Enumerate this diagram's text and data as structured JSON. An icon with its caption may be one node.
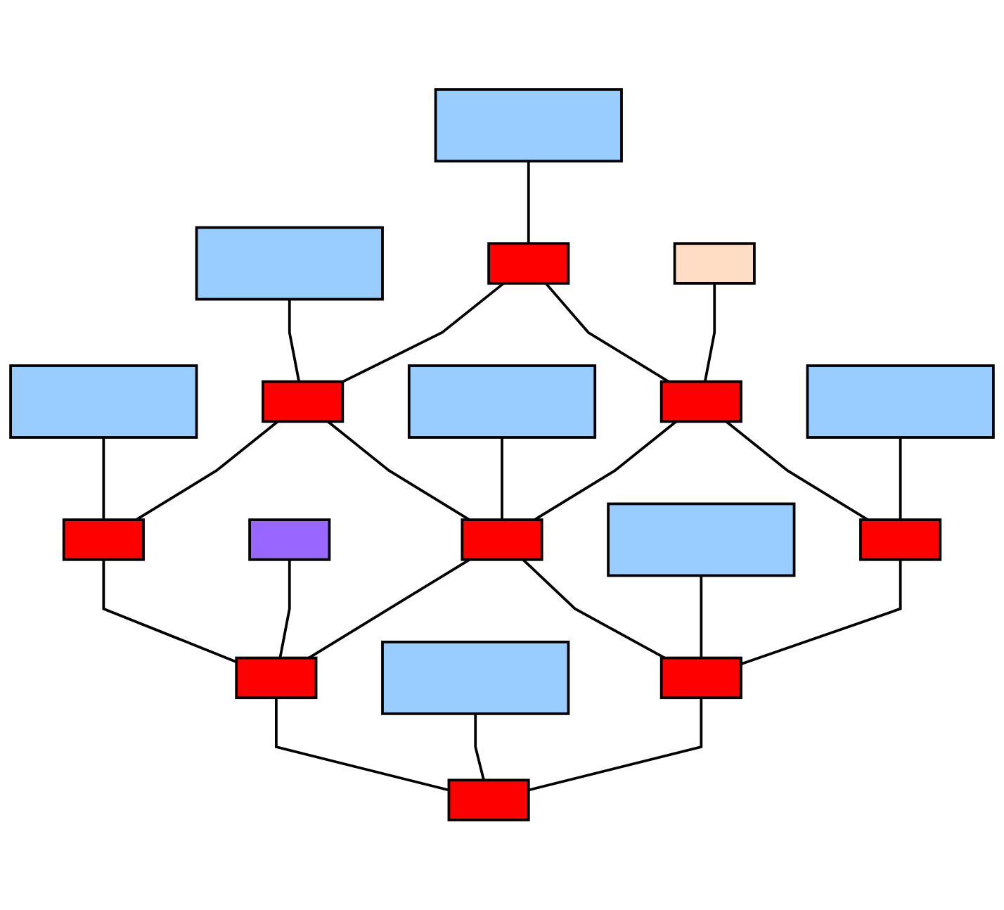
{
  "diagram": {
    "nodes": [
      {
        "text": [],
        "shape": "box"
      },
      {
        "text": [],
        "shape": "box"
      },
      {
        "text": [],
        "shape": "box"
      },
      {
        "text": [],
        "shape": "box"
      },
      {
        "text": [],
        "shape": "box"
      },
      {
        "text": [],
        "shape": "box"
      },
      {
        "text": [],
        "shape": "box"
      },
      {
        "text": [],
        "shape": "box"
      },
      {
        "text": [],
        "shape": "box"
      },
      {
        "text": [],
        "shape": "box"
      },
      {
        "text": [],
        "shape": "box"
      },
      {
        "text": [],
        "shape": "box"
      },
      {
        "text": [],
        "shape": "box"
      },
      {
        "text": [],
        "shape": "box"
      },
      {
        "text": [],
        "shape": "box"
      },
      {
        "text": [],
        "shape": "box"
      },
      {
        "text": [],
        "shape": "box"
      },
      {
        "text": [],
        "shape": "box"
      }
    ],
    "edges": [
      {
        "from": 0,
        "to": 3,
        "arrow": "none"
      },
      {
        "from": 1,
        "to": 4,
        "arrow": "none"
      },
      {
        "from": 2,
        "to": 5,
        "arrow": "none"
      },
      {
        "from": 3,
        "to": 4,
        "arrow": "none"
      },
      {
        "from": 4,
        "to": 5,
        "arrow": "none"
      },
      {
        "from": 6,
        "to": 9,
        "arrow": "none"
      },
      {
        "from": 7,
        "to": 10,
        "arrow": "none"
      },
      {
        "from": 8,
        "to": 11,
        "arrow": "none"
      },
      {
        "from": 3,
        "to": 9,
        "arrow": "none"
      },
      {
        "from": 4,
        "to": 10,
        "arrow": "none"
      },
      {
        "from": 5,
        "to": 11,
        "arrow": "none"
      },
      {
        "from": 9,
        "to": 10,
        "arrow": "none"
      },
      {
        "from": 10,
        "to": 11,
        "arrow": "none"
      },
      {
        "from": 12,
        "to": 15,
        "arrow": "none"
      },
      {
        "from": 13,
        "to": 16,
        "arrow": "none"
      },
      {
        "from": 14,
        "to": 17,
        "arrow": "none"
      },
      {
        "from": 9,
        "to": 15,
        "arrow": "none"
      },
      {
        "from": 10,
        "to": 16,
        "arrow": "none"
      },
      {
        "from": 11,
        "to": 17,
        "arrow": "none"
      },
      {
        "from": 15,
        "to": 16,
        "arrow": "none"
      },
      {
        "from": 16,
        "to": 17,
        "arrow": "none"
      }
    ]
  }
}
